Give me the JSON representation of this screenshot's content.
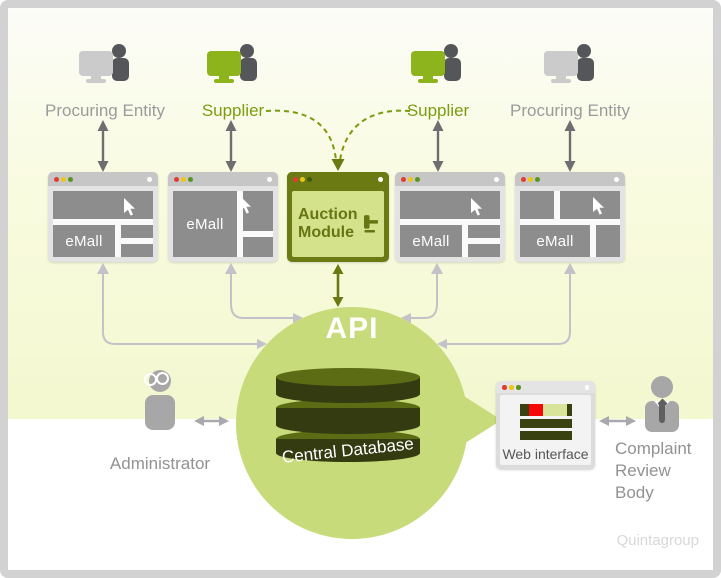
{
  "top_actors": [
    {
      "label": "Procuring Entity",
      "type": "procuring"
    },
    {
      "label": "Supplier",
      "type": "supplier"
    },
    {
      "label": "Supplier",
      "type": "supplier"
    },
    {
      "label": "Procuring Entity",
      "type": "procuring"
    }
  ],
  "emall": {
    "label": "eMall"
  },
  "auction_module": {
    "line1": "Auction",
    "line2": "Module"
  },
  "core": {
    "api_label": "API",
    "database_label": "Central Database"
  },
  "web_interface": {
    "label": "Web interface"
  },
  "administrator": {
    "label": "Administrator"
  },
  "complaint_review_body": {
    "line1": "Complaint",
    "line2": "Review",
    "line3": "Body"
  },
  "watermark": "Quintagroup",
  "colors": {
    "circle_green": "#c8db7b",
    "module_dark_green": "#6b7a12",
    "module_light_green": "#d5e28c",
    "supplier_green": "#8db41c",
    "db_dark": "#343b10",
    "db_rim": "#5c6c15",
    "gray_arrow": "#c2c2c8",
    "dark_arrow": "#6e6e71",
    "red_dot": "#e23b34",
    "yellow_dot": "#edc613",
    "green_dot": "#58941f"
  }
}
